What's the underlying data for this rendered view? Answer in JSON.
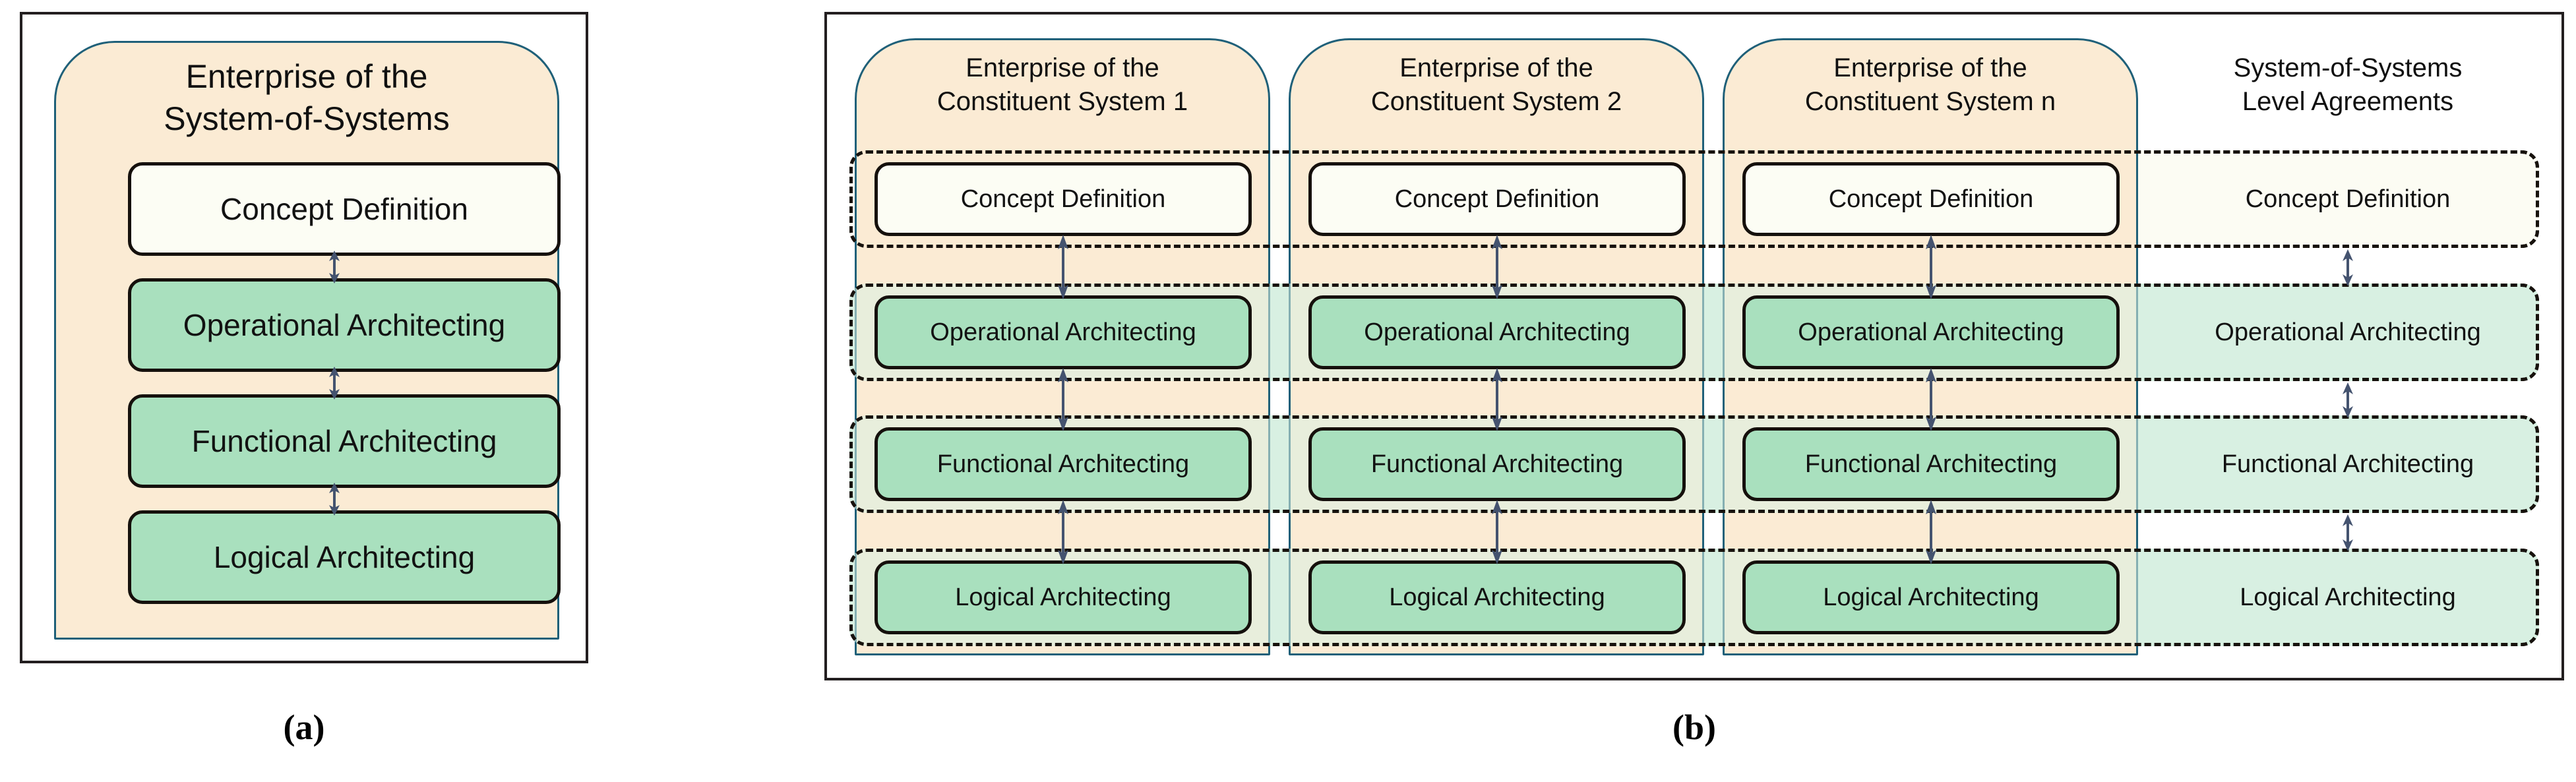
{
  "figure": {
    "panel_a": {
      "caption": "(a)",
      "enterprise_title": "Enterprise of the\nSystem-of-Systems",
      "enterprise_title_line1": "Enterprise of the",
      "enterprise_title_line2": "System-of-Systems",
      "stages": [
        {
          "label": "Concept Definition",
          "kind": "concept"
        },
        {
          "label": "Operational Architecting",
          "kind": "green"
        },
        {
          "label": "Functional Architecting",
          "kind": "green"
        },
        {
          "label": "Logical Architecting",
          "kind": "green"
        }
      ],
      "connectors": [
        {
          "between": "Concept Definition ↔ Operational Architecting",
          "type": "double-arrow"
        },
        {
          "between": "Operational Architecting ↔ Functional Architecting",
          "type": "double-arrow"
        },
        {
          "between": "Functional Architecting ↔ Logical Architecting",
          "type": "double-arrow"
        }
      ]
    },
    "panel_b": {
      "caption": "(b)",
      "columns": [
        {
          "id": "cs1",
          "title_line1": "Enterprise of the",
          "title_line2": "Constituent System 1",
          "has_enterprise_shape": true,
          "stages": [
            {
              "label": "Concept Definition",
              "kind": "concept"
            },
            {
              "label": "Operational Architecting",
              "kind": "green"
            },
            {
              "label": "Functional Architecting",
              "kind": "green"
            },
            {
              "label": "Logical Architecting",
              "kind": "green"
            }
          ]
        },
        {
          "id": "cs2",
          "title_line1": "Enterprise of the",
          "title_line2": "Constituent System 2",
          "has_enterprise_shape": true,
          "stages": [
            {
              "label": "Concept Definition",
              "kind": "concept"
            },
            {
              "label": "Operational Architecting",
              "kind": "green"
            },
            {
              "label": "Functional Architecting",
              "kind": "green"
            },
            {
              "label": "Logical Architecting",
              "kind": "green"
            }
          ]
        },
        {
          "id": "csn",
          "title_line1": "Enterprise of the",
          "title_line2": "Constituent System n",
          "has_enterprise_shape": true,
          "stages": [
            {
              "label": "Concept Definition",
              "kind": "concept"
            },
            {
              "label": "Operational Architecting",
              "kind": "green"
            },
            {
              "label": "Functional Architecting",
              "kind": "green"
            },
            {
              "label": "Logical Architecting",
              "kind": "green"
            }
          ]
        },
        {
          "id": "sos-agreements",
          "title_line1": "System-of-Systems",
          "title_line2": "Level Agreements",
          "has_enterprise_shape": false,
          "stages": [
            {
              "label": "Concept Definition",
              "kind": "concept"
            },
            {
              "label": "Operational Architecting",
              "kind": "green"
            },
            {
              "label": "Functional Architecting",
              "kind": "green"
            },
            {
              "label": "Logical Architecting",
              "kind": "green"
            }
          ]
        }
      ],
      "row_labels": [
        "Concept Definition",
        "Operational Architecting",
        "Functional Architecting",
        "Logical Architecting"
      ],
      "connectors": [
        {
          "between": "Concept Definition ↔ Operational Architecting",
          "type": "double-arrow"
        },
        {
          "between": "Operational Architecting ↔ Functional Architecting",
          "type": "double-arrow"
        },
        {
          "between": "Functional Architecting ↔ Logical Architecting",
          "type": "double-arrow"
        }
      ]
    }
  },
  "colors": {
    "enterprise_fill": "#FBEBD4",
    "enterprise_border": "#1F6079",
    "stage_green_fill": "#A9E0BE",
    "stage_concept_fill": "#FCFDF4",
    "band_green_fill": "#D8F0E2",
    "band_concept_fill": "#FCFCF3",
    "box_border": "#15100C",
    "arrow": "#44536F",
    "frame_border": "#231F20"
  }
}
